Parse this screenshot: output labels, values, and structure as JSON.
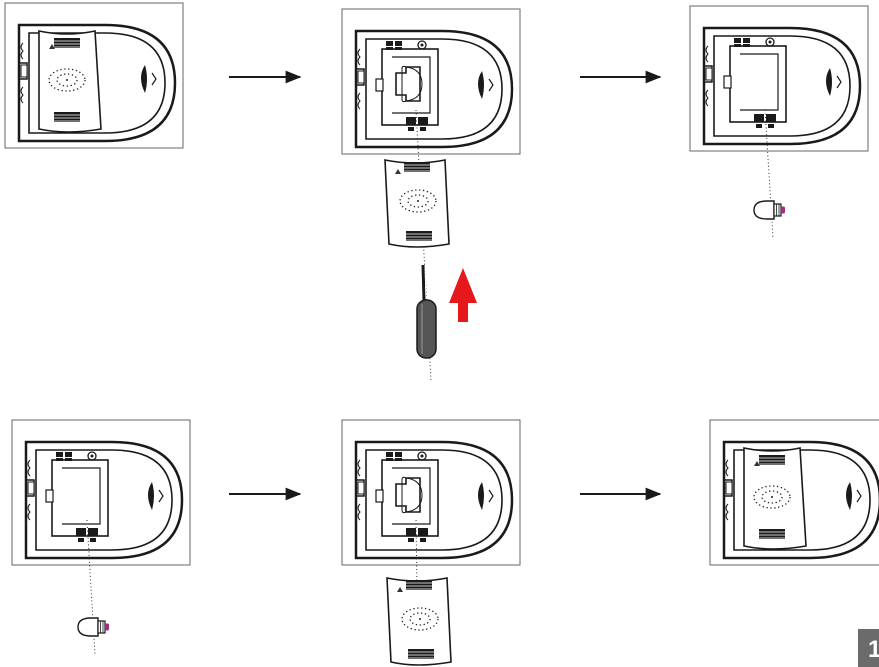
{
  "diagram": {
    "steps": [
      {
        "state": "cover-on"
      },
      {
        "state": "cover-removed",
        "part": "front-cover",
        "tool": "screwdriver"
      },
      {
        "state": "bulb-removed",
        "part": "bulb"
      },
      {
        "state": "bulb-inserted",
        "part": "bulb"
      },
      {
        "state": "cover-reattaching",
        "part": "front-cover"
      },
      {
        "state": "cover-on"
      }
    ],
    "transition_arrow_color": "#1a1a1a",
    "direction_arrow_color": "#e5191c",
    "bulb_tip_color": "#a0307f",
    "page_tab_color": "#6b6b6b",
    "page_tab_label": "1"
  }
}
